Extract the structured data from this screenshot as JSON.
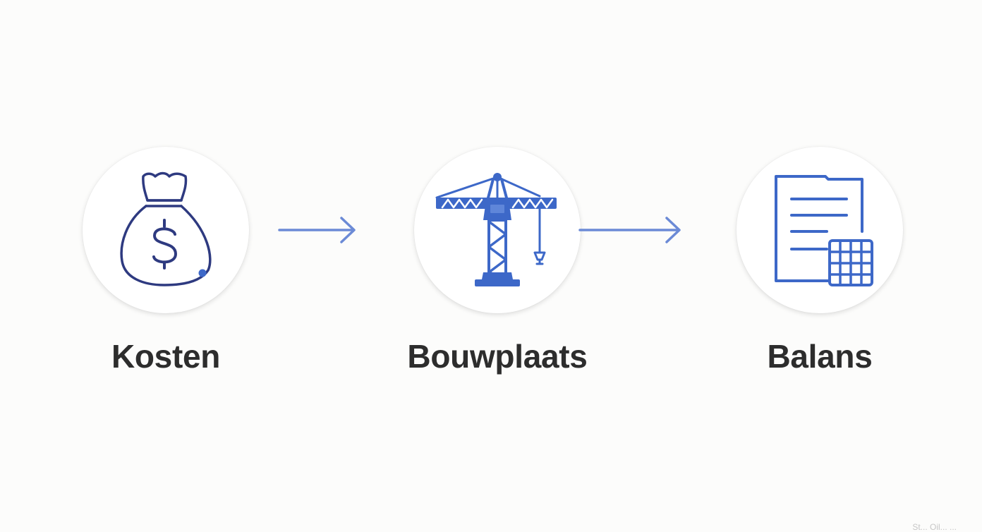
{
  "steps": [
    {
      "label": "Kosten",
      "icon": "money-bag-icon"
    },
    {
      "label": "Bouwplaats",
      "icon": "tower-crane-icon"
    },
    {
      "label": "Balans",
      "icon": "balance-sheet-icon"
    }
  ],
  "connectors": [
    {
      "from": "Kosten",
      "to": "Bouwplaats",
      "icon": "arrow-right-icon"
    },
    {
      "from": "Bouwplaats",
      "to": "Balans",
      "icon": "arrow-right-icon"
    }
  ],
  "watermark": "St... Oil... ...",
  "colors": {
    "background": "#fcfcfb",
    "icon_dark_navy": "#2e3a80",
    "icon_blue": "#3d68c8",
    "arrow_blue": "#6b8ad6",
    "label_text": "#2d2d2d"
  }
}
